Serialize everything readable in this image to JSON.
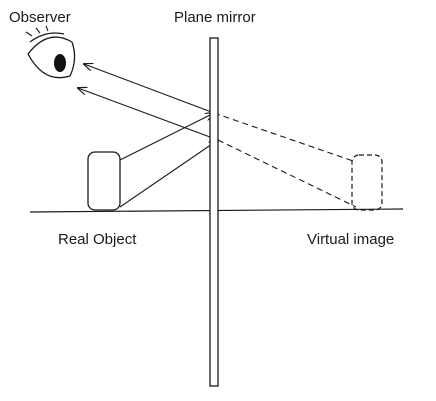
{
  "labels": {
    "observer": "Observer",
    "mirror": "Plane mirror",
    "real_object": "Real Object",
    "virtual_image": "Virtual image"
  },
  "colors": {
    "ink": "#1a1a1a",
    "mirror_fill": "#ffffff",
    "pupil": "#111111"
  }
}
